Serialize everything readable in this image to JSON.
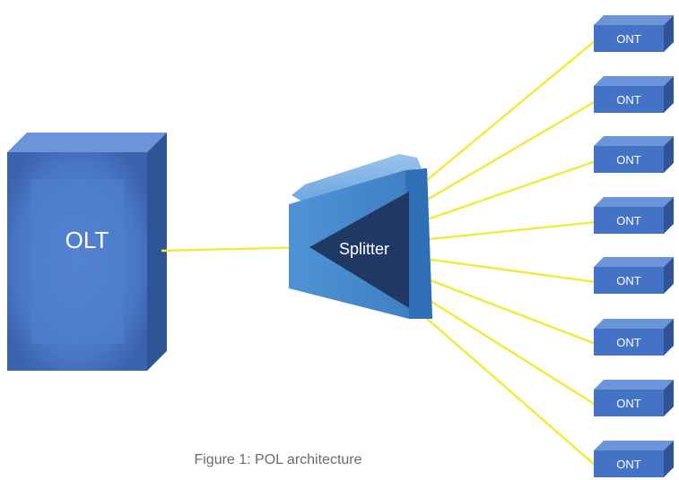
{
  "olt": {
    "label": "OLT"
  },
  "splitter": {
    "label": "Splitter"
  },
  "onts": [
    "ONT",
    "ONT",
    "ONT",
    "ONT",
    "ONT",
    "ONT",
    "ONT",
    "ONT"
  ],
  "caption": "Figure 1: POL architecture",
  "colors": {
    "fiber": "#f2ea3c",
    "box_front": "#4472c4",
    "box_top": "#6c94d8",
    "box_side": "#2f5597",
    "splitter_body": "#5b9bd5",
    "splitter_core": "#1f3864",
    "caption": "#6b6b6b"
  }
}
